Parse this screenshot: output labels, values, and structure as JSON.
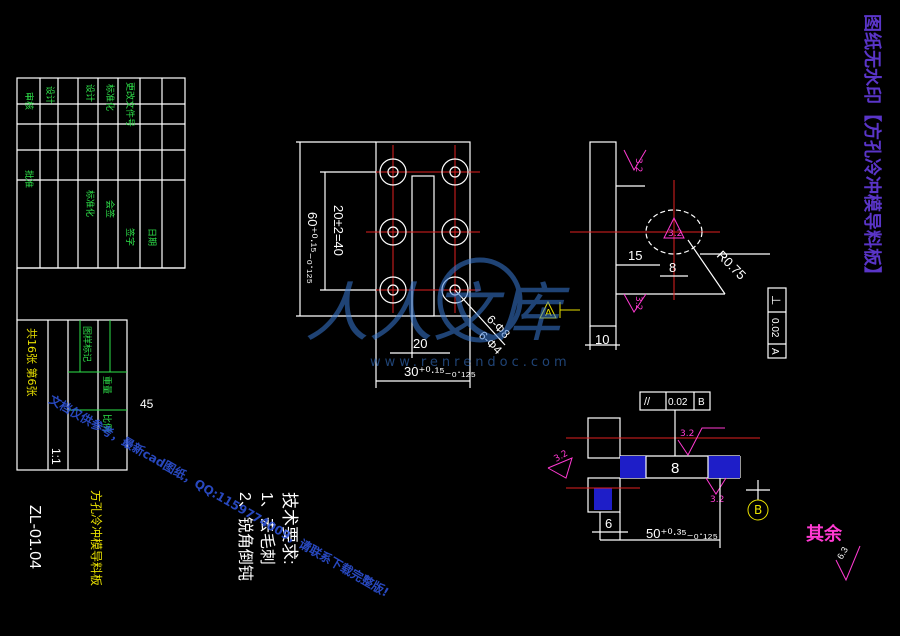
{
  "title_block": {
    "left_cells": [
      "审核",
      "批准",
      "设计",
      "标准化",
      "会签"
    ],
    "top_row_cells": [
      "设计",
      "标准化"
    ],
    "mid_cells": [
      "更改文件号",
      "签字",
      "日期"
    ],
    "labels": [
      "图样标记",
      "重量",
      "比例"
    ],
    "sheet_info": "共16张 第6张",
    "scale": "1:1",
    "drawing_no": "ZL-01.04",
    "part_name": "方孔冷冲模导料板"
  },
  "material": "45",
  "tech_requirements": {
    "heading": "技术要求:",
    "items": [
      "1、去毛刺",
      "2、锐角倒钝"
    ]
  },
  "front_view": {
    "dim_height": "60⁺⁰·¹⁵₋₀·₁₂₅",
    "dim_hole_span": "20±2=40",
    "dim_width_inner": "20",
    "dim_width_total": "30⁺⁰·¹⁵₋₀·₁₂₅",
    "dim_hole_small": "6-Φ8",
    "dim_hole_large": "6-Φ4",
    "datum_a": "A"
  },
  "side_view": {
    "dim_thickness": "10",
    "dim_15": "15",
    "dim_8": "8",
    "dim_radius": "R0.75",
    "roughness_1": "3.2",
    "roughness_2": "3.2",
    "roughness_3": "3.2",
    "perp_symbol": "⊥",
    "perp_value": "0.02",
    "perp_datum": "A"
  },
  "section_view": {
    "parallel_symbol": "//",
    "parallel_value": "0.02",
    "parallel_datum": "B",
    "dim_8": "8",
    "dim_6": "6",
    "dim_50": "50⁺⁰·³⁵₋₀·₁₂₅",
    "roughness_1": "3.2",
    "roughness_2": "3.2",
    "roughness_3": "3.2",
    "datum_b": "B"
  },
  "other": {
    "label": "其余",
    "roughness": "6.3"
  },
  "promo_text": "图纸无水印【方孔冷冲模导料板】",
  "watermark": {
    "logo_text": "人人文库",
    "url": "www.renrendoc.com",
    "diagonal_text": "文档仅供参考，最新cad图纸，QQ:1159774009，请联系下载完整版!"
  },
  "colors": {
    "background": "#000000",
    "line_white": "#ffffff",
    "title_green": "#2ee34a",
    "center_red": "#e02020",
    "dimension_yellow": "#e8e000",
    "roughness_magenta": "#ff3ad2",
    "hatch_blue": "#1e1ec8",
    "promo_purple": "#5a35c8"
  }
}
